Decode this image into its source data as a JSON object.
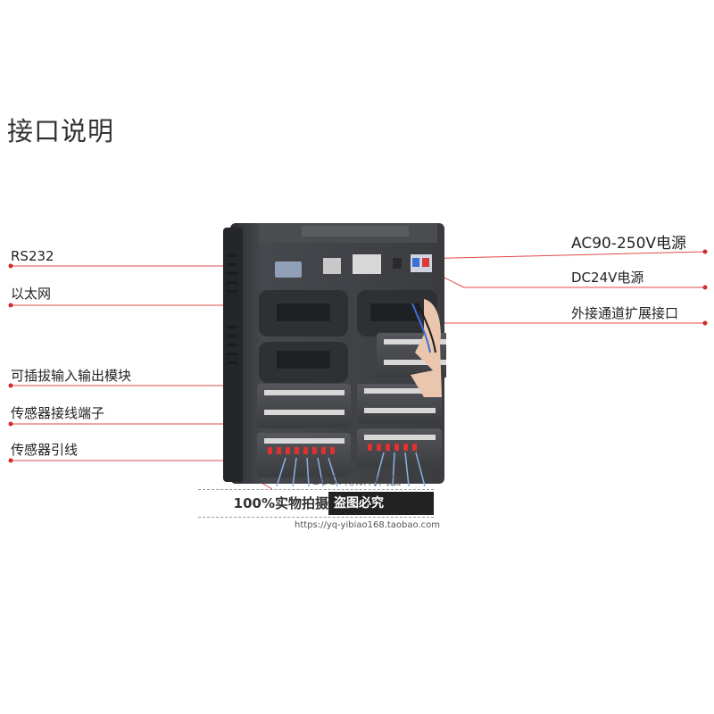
{
  "title": "接口说明",
  "labels_left": [
    {
      "text": "RS232"
    },
    {
      "text": "以太网"
    },
    {
      "text": "可插拔输入输出模块"
    },
    {
      "text": "传感器接线端子"
    },
    {
      "text": "传感器引线"
    }
  ],
  "labels_right": [
    {
      "text": "AC90-250V电源"
    },
    {
      "text": "DC24V电源"
    },
    {
      "text": "外接通道扩展接口"
    }
  ],
  "watermark": {
    "shop": "BOST博斯特网店",
    "photo": "100%实物拍摄",
    "warning": "盗图必究",
    "url": "https://yq-yibiao168.taobao.com"
  },
  "colors": {
    "line": "#e04848",
    "dot": "#d42a2a",
    "device": "#3a3c40"
  }
}
